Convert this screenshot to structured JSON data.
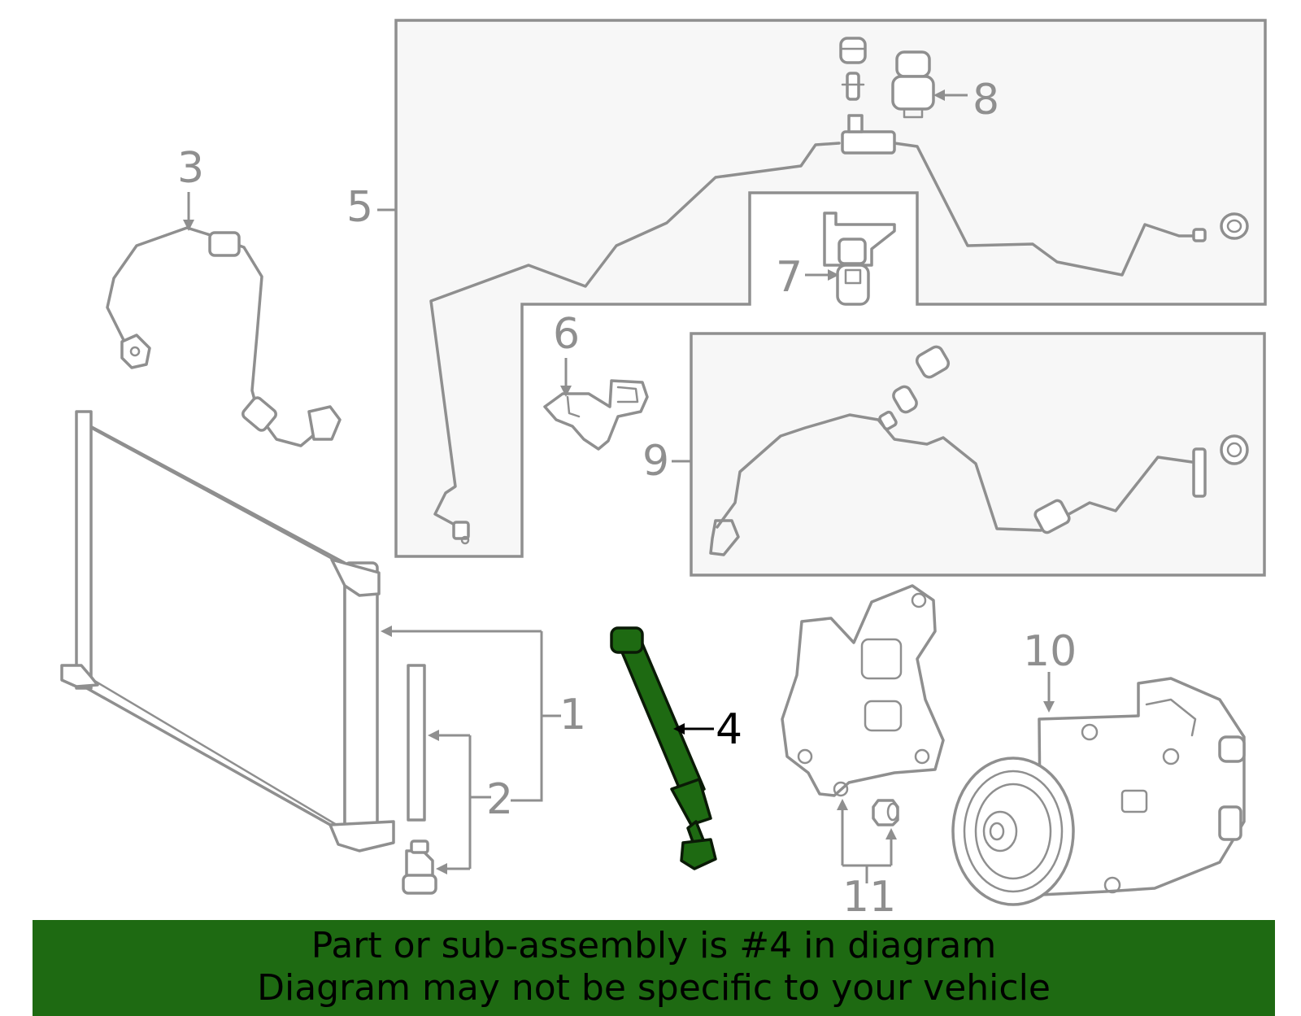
{
  "callouts": [
    {
      "id": "1",
      "label": "1",
      "highlighted": false
    },
    {
      "id": "2",
      "label": "2",
      "highlighted": false
    },
    {
      "id": "3",
      "label": "3",
      "highlighted": false
    },
    {
      "id": "4",
      "label": "4",
      "highlighted": true
    },
    {
      "id": "5",
      "label": "5",
      "highlighted": false
    },
    {
      "id": "6",
      "label": "6",
      "highlighted": false
    },
    {
      "id": "7",
      "label": "7",
      "highlighted": false
    },
    {
      "id": "8",
      "label": "8",
      "highlighted": false
    },
    {
      "id": "9",
      "label": "9",
      "highlighted": false
    },
    {
      "id": "10",
      "label": "10",
      "highlighted": false
    },
    {
      "id": "11",
      "label": "11",
      "highlighted": false
    }
  ],
  "banner": {
    "line1": "Part or sub-assembly is #4 in diagram",
    "line2": "Diagram may not be specific to your vehicle"
  },
  "colors": {
    "highlight": "#1e6a12",
    "line_art": "#8f8f8f",
    "banner_bg": "#1e6a12",
    "box_fill": "#f7f7f7"
  }
}
